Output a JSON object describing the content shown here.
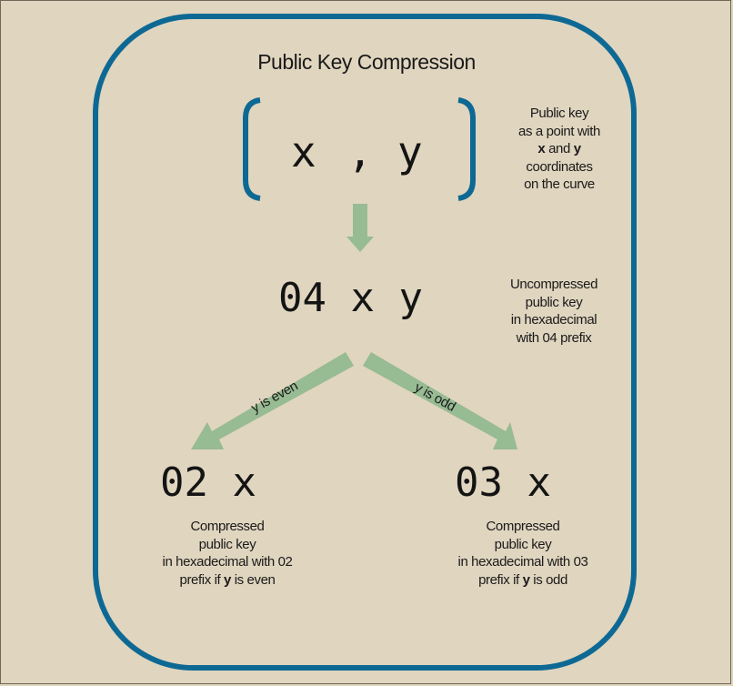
{
  "title": "Public Key Compression",
  "colors": {
    "background": "#e0d5bf",
    "border": "#0d6994",
    "arrow": "#97bb92",
    "text": "#1a1a1a"
  },
  "point": {
    "x": "x",
    "comma": ",",
    "y": "y"
  },
  "point_note": {
    "line1": "Public key",
    "line2": "as a point with",
    "line3_x": "x",
    "line3_and": " and ",
    "line3_y": "y",
    "line4": "coordinates",
    "line5": "on the curve"
  },
  "uncompressed": {
    "value": "04 x y",
    "note": [
      "Uncompressed",
      "public key",
      "in hexadecimal",
      "with 04 prefix"
    ]
  },
  "arrows": {
    "left_label": "y is even",
    "right_label": "y is odd"
  },
  "compressed_even": {
    "value": "02 x",
    "note_line1": "Compressed",
    "note_line2": "public key",
    "note_line3": "in hexadecimal with 02",
    "note_line4_pre": "prefix if ",
    "note_line4_y": "y",
    "note_line4_post": " is even"
  },
  "compressed_odd": {
    "value": "03 x",
    "note_line1": "Compressed",
    "note_line2": "public key",
    "note_line3": "in hexadecimal with 03",
    "note_line4_pre": "prefix if ",
    "note_line4_y": "y",
    "note_line4_post": " is odd"
  }
}
